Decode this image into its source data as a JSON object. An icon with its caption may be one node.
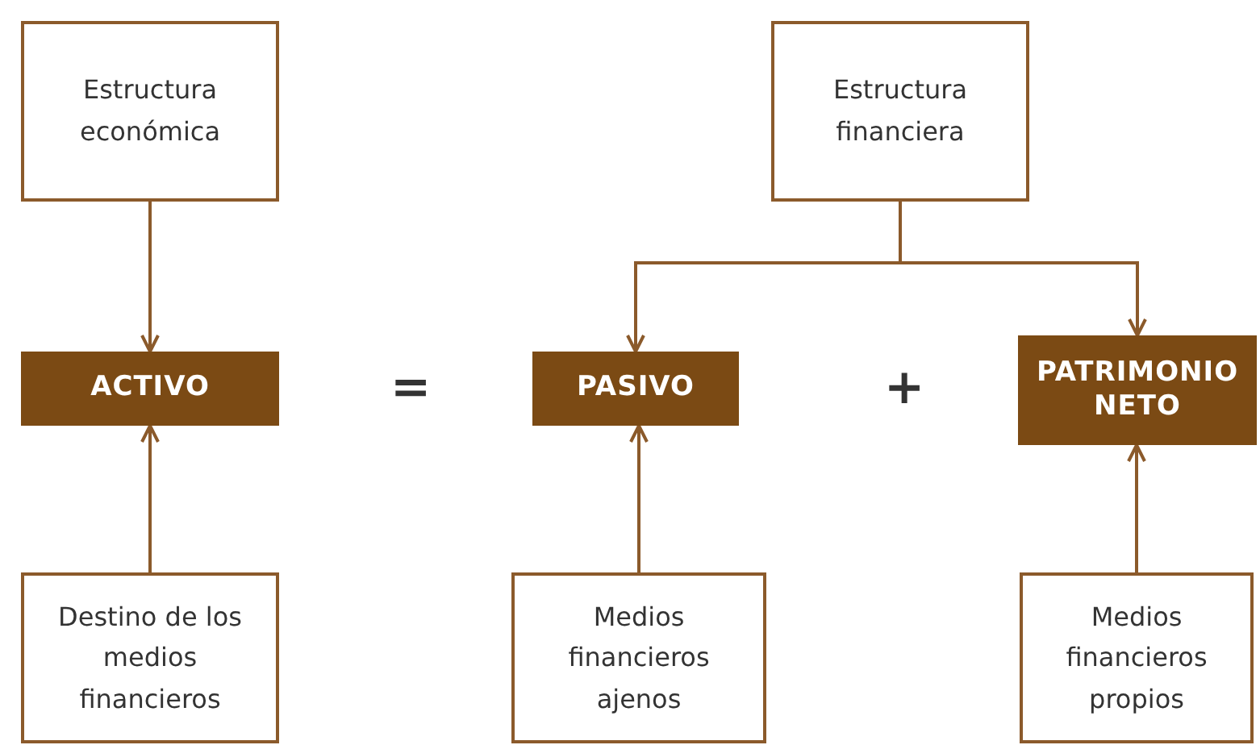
{
  "diagram": {
    "nodes": [
      {
        "text": [
          "Estructura económica"
        ]
      },
      {
        "text": [
          "Estructura financiera"
        ]
      },
      {
        "text": [
          "ACTIVO"
        ]
      },
      {
        "text": [
          "PASIVO"
        ]
      },
      {
        "text": [
          "PATRIMONIO NETO"
        ]
      },
      {
        "text": [
          "Destino de los medios financieros"
        ]
      },
      {
        "text": [
          "Medios financieros ajenos"
        ]
      },
      {
        "text": [
          "Medios financieros propios"
        ]
      }
    ],
    "edges": [
      {
        "from": 0,
        "to": 2,
        "arrow": "to"
      },
      {
        "from": 1,
        "to": 3,
        "arrow": "to"
      },
      {
        "from": 1,
        "to": 4,
        "arrow": "to"
      },
      {
        "from": 5,
        "to": 2,
        "arrow": "to"
      },
      {
        "from": 6,
        "to": 3,
        "arrow": "to"
      },
      {
        "from": 7,
        "to": 4,
        "arrow": "to"
      }
    ],
    "labels": [
      "=",
      "+"
    ]
  }
}
